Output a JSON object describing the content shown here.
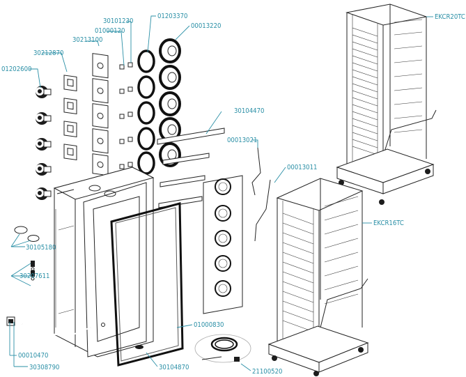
{
  "labels": {
    "p01202600": "01202600",
    "p30212870": "30212870",
    "p30213100": "30213100",
    "p01000120": "01000120",
    "p30101230": "30101230",
    "p01203370": "01203370",
    "p00013220": "00013220",
    "p30104470": "30104470",
    "p00013021": "00013021",
    "p00013011": "00013011",
    "p30105180": "30105180",
    "p30207611": "30207611",
    "p00010470": "00010470",
    "p30308790": "30308790",
    "p01000830": "01000830",
    "p30104870": "30104870",
    "p21100520": "21100520",
    "pEKCR20TC": "EKCR20TC",
    "pEKCR16TC": "EKCR16TC"
  },
  "colors": {
    "leader": "#2a8fa6",
    "line": "#222222"
  }
}
